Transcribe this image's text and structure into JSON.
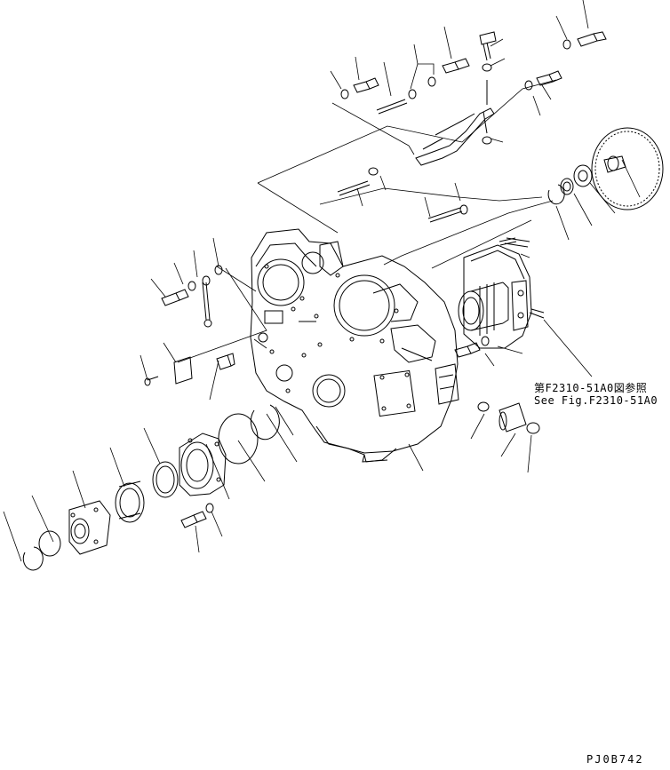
{
  "reference_note": {
    "japanese": "第F2310-51A0図参照",
    "english": "See Fig.F2310-51A0"
  },
  "drawing_id": "PJ0B742"
}
